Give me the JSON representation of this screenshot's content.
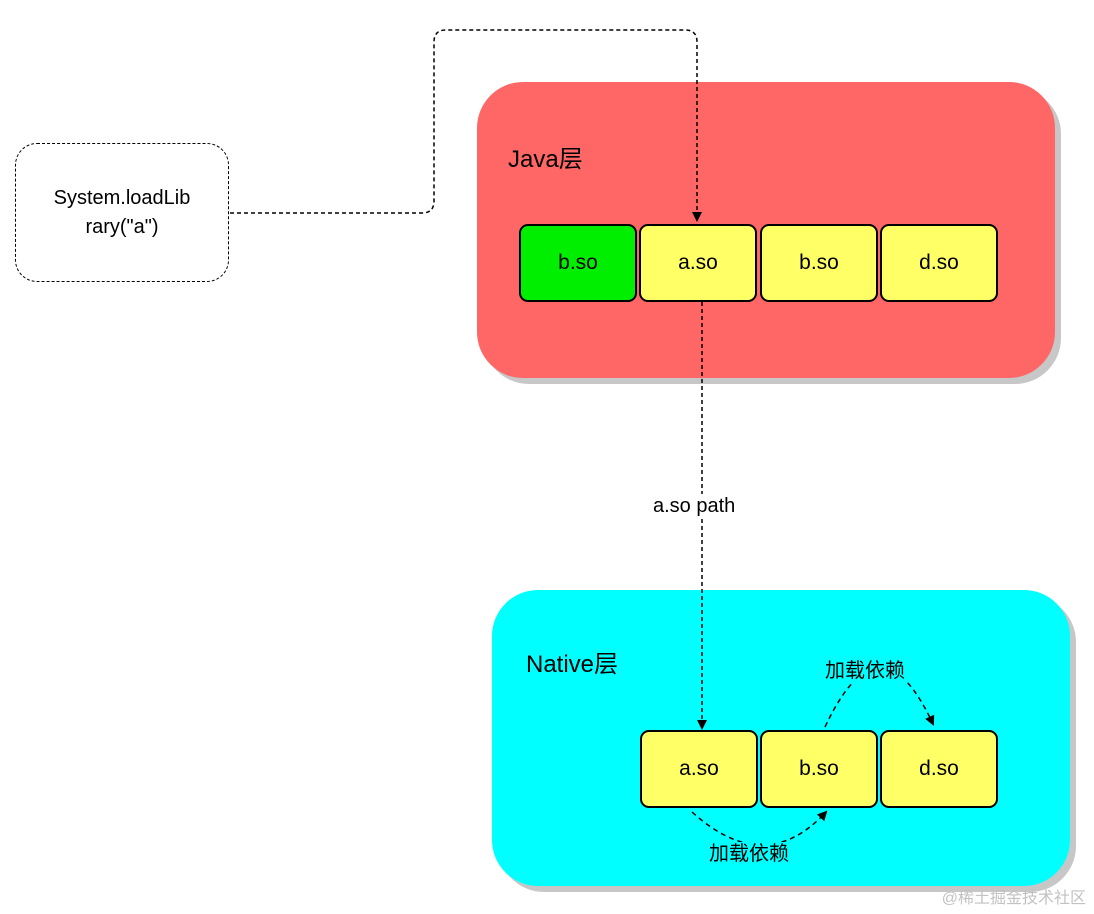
{
  "call": {
    "line1": "System.loadLib",
    "line2": "rary(\"a\")"
  },
  "java_layer": {
    "title": "Java层",
    "libraries": [
      "b.so",
      "a.so",
      "b.so",
      "d.so"
    ]
  },
  "native_layer": {
    "title": "Native层",
    "libraries": [
      "a.so",
      "b.so",
      "d.so"
    ]
  },
  "edges": {
    "path_label": "a.so path",
    "dependency_label_top": "加载依赖",
    "dependency_label_bottom": "加载依赖"
  },
  "colors": {
    "java_layer": "#ff6666",
    "native_layer": "#00ffff",
    "library_box": "#ffff66",
    "highlighted_library": "#00ee00"
  },
  "watermark": "@稀土掘金技术社区"
}
